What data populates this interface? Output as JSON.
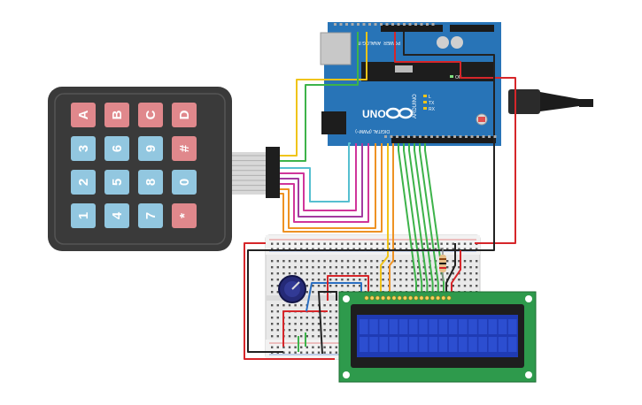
{
  "keypad": {
    "keys": [
      [
        "A",
        "B",
        "C",
        "D"
      ],
      [
        "3",
        "6",
        "9",
        "#"
      ],
      [
        "2",
        "5",
        "8",
        "0"
      ],
      [
        "1",
        "4",
        "7",
        "*"
      ]
    ],
    "key_colors": [
      [
        "red",
        "red",
        "red",
        "red"
      ],
      [
        "blue",
        "blue",
        "blue",
        "red"
      ],
      [
        "blue",
        "blue",
        "blue",
        "blue"
      ],
      [
        "blue",
        "blue",
        "blue",
        "red"
      ]
    ]
  },
  "arduino": {
    "logo": "ARDUINO",
    "model": "UNO",
    "digital_label": "DIGITAL (PWM~)",
    "analog_label": "ANALOG IN",
    "power_label": "POWER",
    "tx_label": "TX",
    "rx_label": "RX",
    "l_label": "L",
    "on_label": "ON"
  },
  "colors": {
    "board": "#2874b7",
    "keypad_frame": "#3d3d3d",
    "key_red": "#e0888c",
    "key_blue": "#92c7e0",
    "lcd_pcb": "#2e9a4c",
    "lcd_screen": "#1f3bb4",
    "wire_red": "#d6262a",
    "wire_black": "#222222",
    "wire_green": "#3db34a",
    "wire_orange": "#ee9223",
    "wire_yellow": "#f0c419",
    "wire_purple": "#a33aa0",
    "wire_magenta": "#d0359a",
    "wire_cyan": "#56bfd0",
    "wire_blue": "#2b6fc2"
  }
}
